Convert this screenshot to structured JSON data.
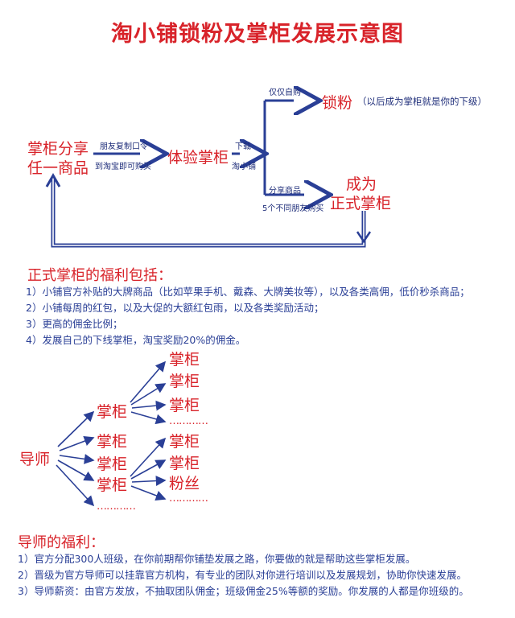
{
  "title": "淘小铺锁粉及掌柜发展示意图",
  "flow": {
    "share_node_line1": "掌柜分享",
    "share_node_line2": "任一商品",
    "edge1_top": "朋友复制口令",
    "edge1_bottom": "到淘宝即可购买",
    "experience_node": "体验掌柜",
    "edge2_top": "下载",
    "edge2_bottom": "淘小铺",
    "edge3_label": "仅仅自购",
    "lock_node": "锁粉",
    "lock_note": "（以后成为掌柜就是你的下级）",
    "edge4_top": "分享商品",
    "edge4_bottom": "5个不同朋友购买",
    "formal_node_line1": "成为",
    "formal_node_line2": "正式掌柜"
  },
  "benefits": {
    "heading": "正式掌柜的福利包括：",
    "items": [
      "1）小铺官方补贴的大牌商品（比如苹果手机、戴森、大牌美妆等），以及各类高佣，低价秒杀商品；",
      "2）小铺每周的红包，以及大促的大额红包雨，以及各类奖励活动；",
      "3）更高的佣金比例；",
      "4）发展自己的下线掌柜，淘宝奖励20%的佣金。"
    ]
  },
  "tree": {
    "root": "导师",
    "level1": [
      "掌柜",
      "掌柜",
      "掌柜",
      "掌柜",
      "…………"
    ],
    "group1": [
      "掌柜",
      "掌柜",
      "掌柜",
      "…………"
    ],
    "group2": [
      "掌柜",
      "掌柜",
      "粉丝",
      "…………"
    ]
  },
  "mentor": {
    "heading": "导师的福利：",
    "items": [
      "1）官方分配300人班级，在你前期帮你铺垫发展之路，你要做的就是帮助这些掌柜发展。",
      "2）晋级为官方导师可以挂靠官方机构，有专业的团队对你进行培训以及发展规划，协助你快速发展。",
      "3）导师薪资：由官方发放，不抽取团队佣金；班级佣金25%等额的奖励。你发展的人都是你班级的。"
    ]
  },
  "colors": {
    "red": "#d8232a",
    "blue": "#2a3f96"
  }
}
